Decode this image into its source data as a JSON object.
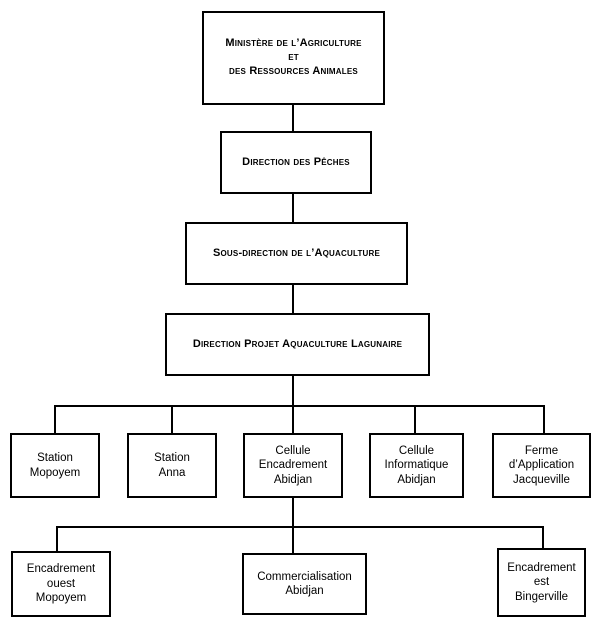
{
  "org_chart": {
    "level1": {
      "label": "Ministère de l’Agriculture\net\ndes Ressources Animales"
    },
    "level2": {
      "label": "Direction des Pêches"
    },
    "level3": {
      "label": "Sous-direction de l’Aquaculture"
    },
    "level4": {
      "label": "Direction Projet Aquaculture Lagunaire"
    },
    "units": [
      {
        "label": "Station\nMopoyem"
      },
      {
        "label": "Station\nAnna"
      },
      {
        "label": "Cellule\nEncadrement\nAbidjan"
      },
      {
        "label": "Cellule\nInformatique\nAbidjan"
      },
      {
        "label": "Ferme\nd’Application\nJacqueville"
      }
    ],
    "subunits": [
      {
        "label": "Encadrement\nouest\nMopoyem"
      },
      {
        "label": "Commercialisation\nAbidjan"
      },
      {
        "label": "Encadrement\nest\nBingerville"
      }
    ]
  }
}
